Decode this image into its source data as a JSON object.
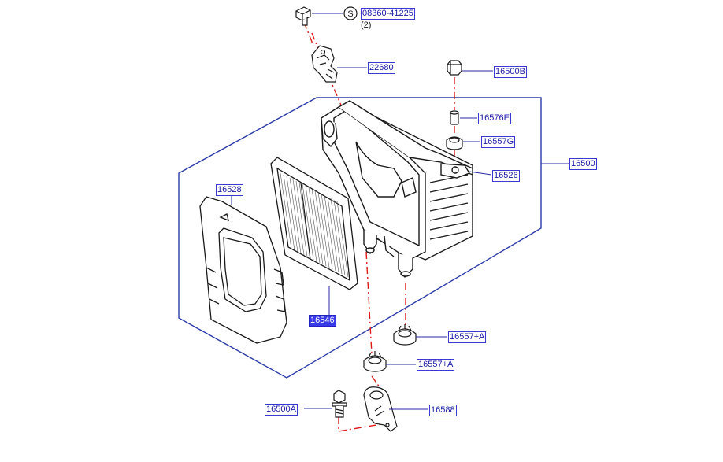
{
  "diagram": {
    "colors": {
      "part_line": "#1a1a1a",
      "leader_line": "#2a2aa8",
      "assembly_line": "#2a3aa8",
      "center_line": "#e01818",
      "label_text": "#1a1aa6",
      "selected_bg": "#3a3ae8"
    },
    "symbol": {
      "letter": "S",
      "note": "(2)"
    },
    "callouts": [
      {
        "id": "screw",
        "text": "08360-41225"
      },
      {
        "id": "sensor",
        "text": "22680"
      },
      {
        "id": "nut_b",
        "text": "16500B"
      },
      {
        "id": "collar_e",
        "text": "16576E"
      },
      {
        "id": "grommet_g",
        "text": "16557G"
      },
      {
        "id": "bracket",
        "text": "16526"
      },
      {
        "id": "assembly",
        "text": "16500"
      },
      {
        "id": "cover",
        "text": "16528"
      },
      {
        "id": "element",
        "text": "16546",
        "selected": true
      },
      {
        "id": "grommet_a1",
        "text": "16557+A"
      },
      {
        "id": "grommet_a2",
        "text": "16557+A"
      },
      {
        "id": "bolt_a",
        "text": "16500A"
      },
      {
        "id": "bracket_lower",
        "text": "16588"
      }
    ]
  }
}
